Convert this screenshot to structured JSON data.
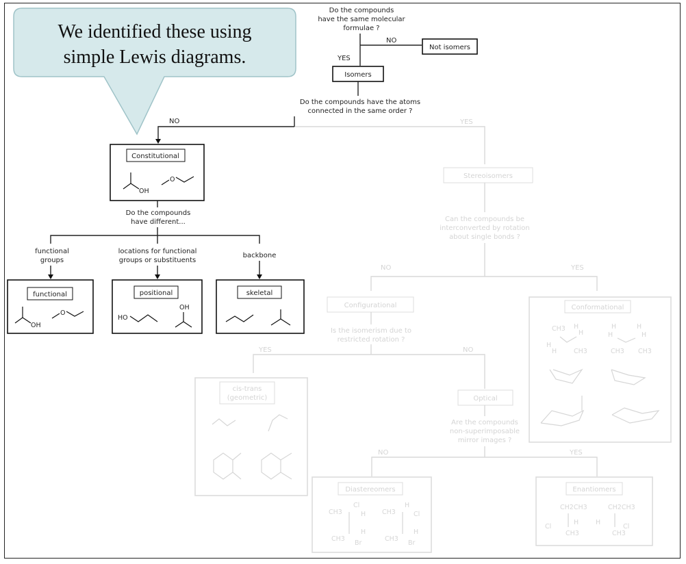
{
  "callout": {
    "line1": "We identified these using",
    "line2": "simple Lewis diagrams."
  },
  "questions": {
    "q1_line1": "Do the compounds",
    "q1_line2": "have the same molecular",
    "q1_line3": "formulae ?",
    "q2_line1": "Do the compounds have the atoms",
    "q2_line2": "connected in the same order ?",
    "q3_line1": "Do the compounds",
    "q3_line2": "have different...",
    "q4_line1": "Can the compounds be",
    "q4_line2": "interconverted by rotation",
    "q4_line3": "about single bonds ?",
    "q5_line1": "Is the isomerism due to",
    "q5_line2": "restricted rotation ?",
    "q6_line1": "Are the compounds",
    "q6_line2": "non-superimposable",
    "q6_line3": "mirror images ?"
  },
  "answers": {
    "no": "NO",
    "yes": "YES"
  },
  "boxes": {
    "not_isomers": "Not isomers",
    "isomers": "Isomers",
    "constitutional": "Constitutional",
    "stereoisomers": "Stereoisomers",
    "functional": "functional",
    "positional": "positional",
    "skeletal": "skeletal",
    "configurational": "Configurational",
    "conformational": "Conformational",
    "cis_trans_line1": "cis-trans",
    "cis_trans_line2": "(geometric)",
    "optical": "Optical",
    "diastereomers": "Diastereomers",
    "enantiomers": "Enantiomers"
  },
  "branches": {
    "functional_line1": "functional",
    "functional_line2": "groups",
    "locations_line1": "locations for functional",
    "locations_line2": "groups or substituents",
    "backbone": "backbone"
  },
  "chem": {
    "oh": "OH",
    "o": "O",
    "ho": "HO",
    "ch3": "CH3",
    "h": "H",
    "hh": "H",
    "cl": "Cl",
    "br": "Br",
    "ch2ch3": "CH2CH3"
  },
  "colors": {
    "callout_fill": "#d6e9eb",
    "callout_stroke": "#9fc3c8",
    "faded": "#d4d4d4",
    "active": "#222222"
  }
}
